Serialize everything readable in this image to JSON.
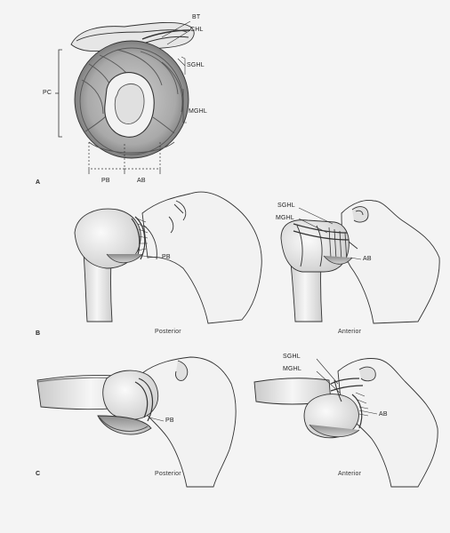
{
  "figure": {
    "panel_letters": {
      "a": "A",
      "b": "B",
      "c": "C"
    },
    "panel_a_labels": {
      "bt": "BT",
      "chl": "CHL",
      "sghl": "SGHL",
      "mghl": "MGHL",
      "pc": "PC",
      "pb": "PB",
      "ab": "AB"
    },
    "panel_b_labels": {
      "left_pb": "PB",
      "left_view": "Posterior",
      "right_sghl": "SGHL",
      "right_mghl": "MGHL",
      "right_ab": "AB",
      "right_view": "Anterior"
    },
    "panel_c_labels": {
      "left_pb": "PB",
      "left_view": "Posterior",
      "right_sghl": "SGHL",
      "right_mghl": "MGHL",
      "right_ab": "AB",
      "right_view": "Anterior"
    },
    "colors": {
      "line": "#333333",
      "shade": "#9a9a9a",
      "light": "#e2e2e2",
      "paper": "#f4f4f4"
    }
  }
}
